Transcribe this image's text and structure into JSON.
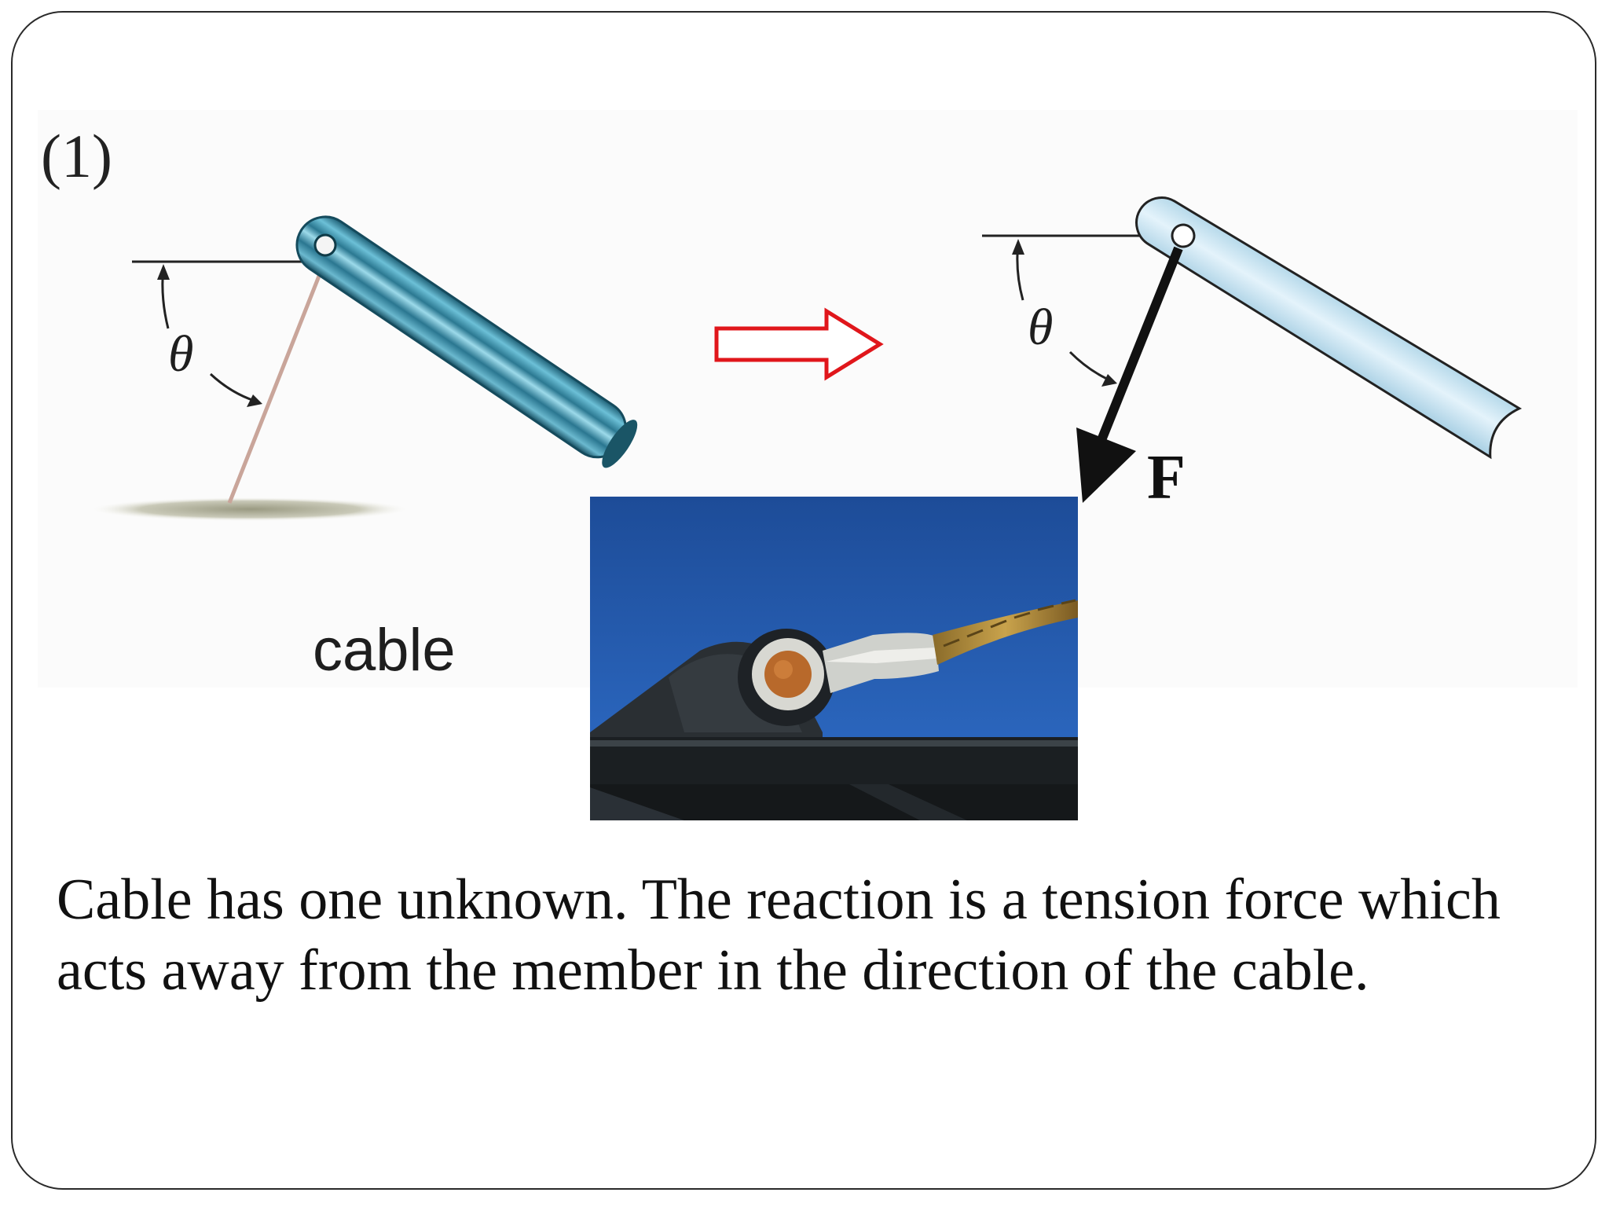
{
  "slide": {
    "figure_number": "(1)",
    "left_diagram": {
      "support_label": "cable",
      "angle_symbol": "θ"
    },
    "right_diagram": {
      "angle_symbol": "θ",
      "force_label": "F"
    },
    "transition_arrow_color": "#e0161b",
    "member_colors": {
      "left_rod": "#3f8ea6",
      "right_rod": "#cfe7f3"
    },
    "photo_subject": "cable-clevis-connection-photo",
    "caption_lines": [
      "Cable has one unknown. The reaction is a tension force which",
      "acts away from the member in the direction of the cable."
    ]
  }
}
